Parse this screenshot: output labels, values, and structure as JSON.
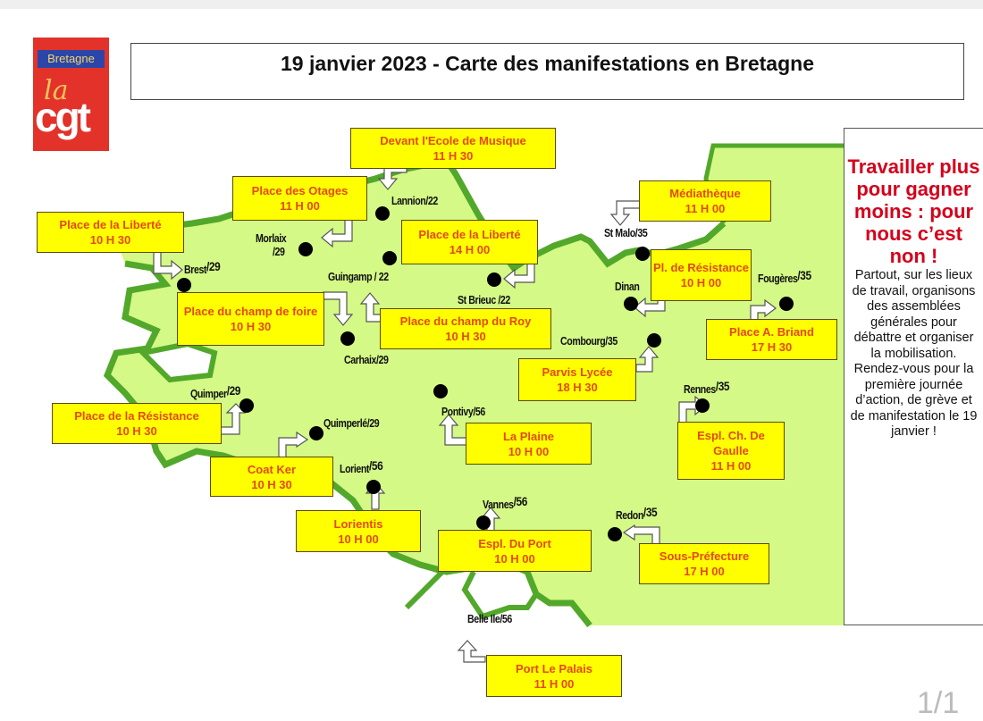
{
  "header": {
    "logo": {
      "region": "Bretagne",
      "la": "la",
      "brand": "cgt"
    },
    "title": "19 janvier 2023 - Carte des manifestations en Bretagne"
  },
  "colors": {
    "land": "#d4f986",
    "coast": "#52a82a",
    "box_fill": "#ffff00",
    "box_text": "#e34a10",
    "headline_red": "#d4001c"
  },
  "cities": [
    {
      "name": "Lannion",
      "dept": "/22"
    },
    {
      "name": "Morlaix",
      "dept": "/29"
    },
    {
      "name": "Brest",
      "dept": "/29"
    },
    {
      "name": "Guingamp",
      "dept": " / 22"
    },
    {
      "name": "St Brieuc",
      "dept": " /22"
    },
    {
      "name": "Carhaix",
      "dept": "/29"
    },
    {
      "name": "St Malo",
      "dept": "/35"
    },
    {
      "name": "Dinan",
      "dept": ""
    },
    {
      "name": "Fougères",
      "dept": "/35"
    },
    {
      "name": "Combourg",
      "dept": "/35"
    },
    {
      "name": "Quimper",
      "dept": "/29"
    },
    {
      "name": "Quimperlé",
      "dept": "/29"
    },
    {
      "name": "Pontivy",
      "dept": "/56"
    },
    {
      "name": "Rennes",
      "dept": "/35"
    },
    {
      "name": "Lorient",
      "dept": "/56"
    },
    {
      "name": "Vannes",
      "dept": "/56"
    },
    {
      "name": "Redon",
      "dept": "/35"
    },
    {
      "name": "Belle Ile",
      "dept": "/56"
    }
  ],
  "events": [
    {
      "place": "Devant l'Ecole de Musique",
      "time": "11 H 30",
      "city": "Lannion"
    },
    {
      "place": "Place des Otages",
      "time": "11 H 00",
      "city": "Morlaix"
    },
    {
      "place": "Place de la Liberté",
      "time": "10 H 30",
      "city": "Brest"
    },
    {
      "place": "Place de la Liberté",
      "time": "14 H 00",
      "city": "St Brieuc"
    },
    {
      "place": "Médiathèque",
      "time": "11 H 00",
      "city": "St Malo"
    },
    {
      "place": "Pl. de Résistance",
      "time": "10 H 00",
      "city": "Dinan"
    },
    {
      "place": "Place du champ de foire",
      "time": "10 H 30",
      "city": "Carhaix"
    },
    {
      "place": "Place du champ du Roy",
      "time": "10 H 30",
      "city": "Guingamp"
    },
    {
      "place": "Place A. Briand",
      "time": "17 H 30",
      "city": "Fougères"
    },
    {
      "place": "Parvis Lycée",
      "time": "18 H 30",
      "city": "Combourg"
    },
    {
      "place": "Place de la Résistance",
      "time": "10 H 30",
      "city": "Quimper"
    },
    {
      "place": "La Plaine",
      "time": "10 H 00",
      "city": "Pontivy"
    },
    {
      "place": "Espl. Ch. De Gaulle",
      "time": "11 H 00",
      "city": "Rennes"
    },
    {
      "place": "Coat Ker",
      "time": "10 H 30",
      "city": "Quimperlé"
    },
    {
      "place": "Lorientis",
      "time": "10 H 00",
      "city": "Lorient"
    },
    {
      "place": "Espl. Du Port",
      "time": "10 H 00",
      "city": "Vannes"
    },
    {
      "place": "Sous-Préfecture",
      "time": "17 H 00",
      "city": "Redon"
    },
    {
      "place": "Port Le Palais",
      "time": "11 H 00",
      "city": "Belle Ile"
    }
  ],
  "sidebar": {
    "headline": "Travailler plus pour gagner moins : pour nous c’est non !",
    "body": "Partout, sur les lieux de travail, organisons des assemblées générales pour débattre et organiser la mobilisation. Rendez-vous pour la première journée d’action, de grève et de manifestation le 19 janvier !"
  },
  "pager": {
    "label": "1/1"
  }
}
